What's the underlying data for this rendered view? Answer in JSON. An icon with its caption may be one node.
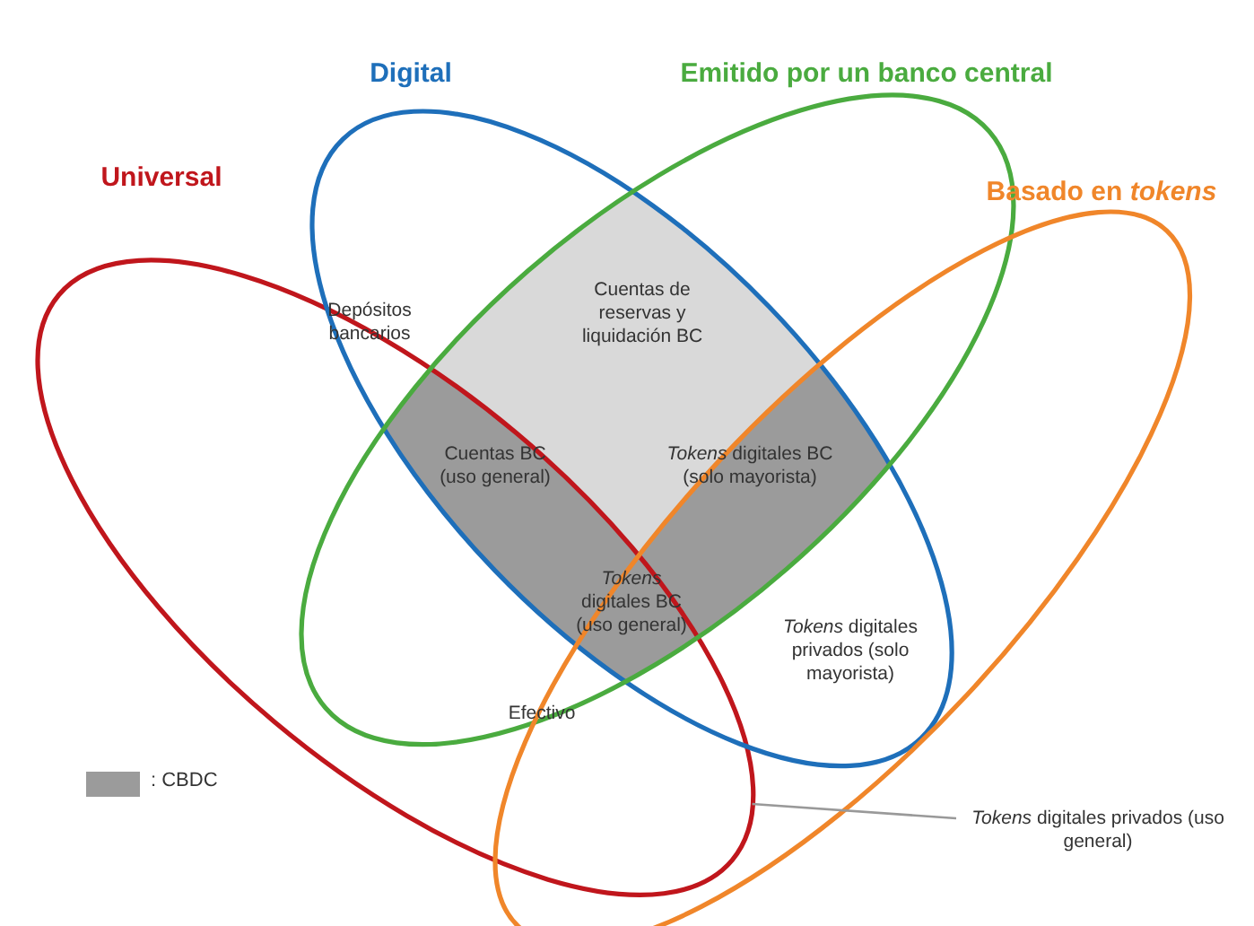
{
  "diagram": {
    "nodes": [
      {
        "text": [
          "Universal"
        ]
      },
      {
        "text": [
          "Digital"
        ]
      },
      {
        "text": [
          "Emitido por un banco central"
        ]
      },
      {
        "text": [
          "Basado en *tokens*"
        ]
      },
      {
        "text": [
          "*Tokens* digitales privados (uso general)"
        ]
      }
    ],
    "edges": [
      {
        "from": 4,
        "to": 0,
        "arrow": "none"
      }
    ],
    "labels": [
      "Depósitos bancarios",
      "Cuentas de reservas y liquidación BC",
      "Cuentas BC (uso general)",
      "*Tokens* digitales BC (solo mayorista)",
      "*Tokens* digitales BC (uso general)",
      "*Tokens* digitales privados (solo mayorista)",
      "Efectivo"
    ],
    "legend": [
      {
        "text": ": CBDC",
        "color": "#9b9b9b"
      }
    ]
  }
}
